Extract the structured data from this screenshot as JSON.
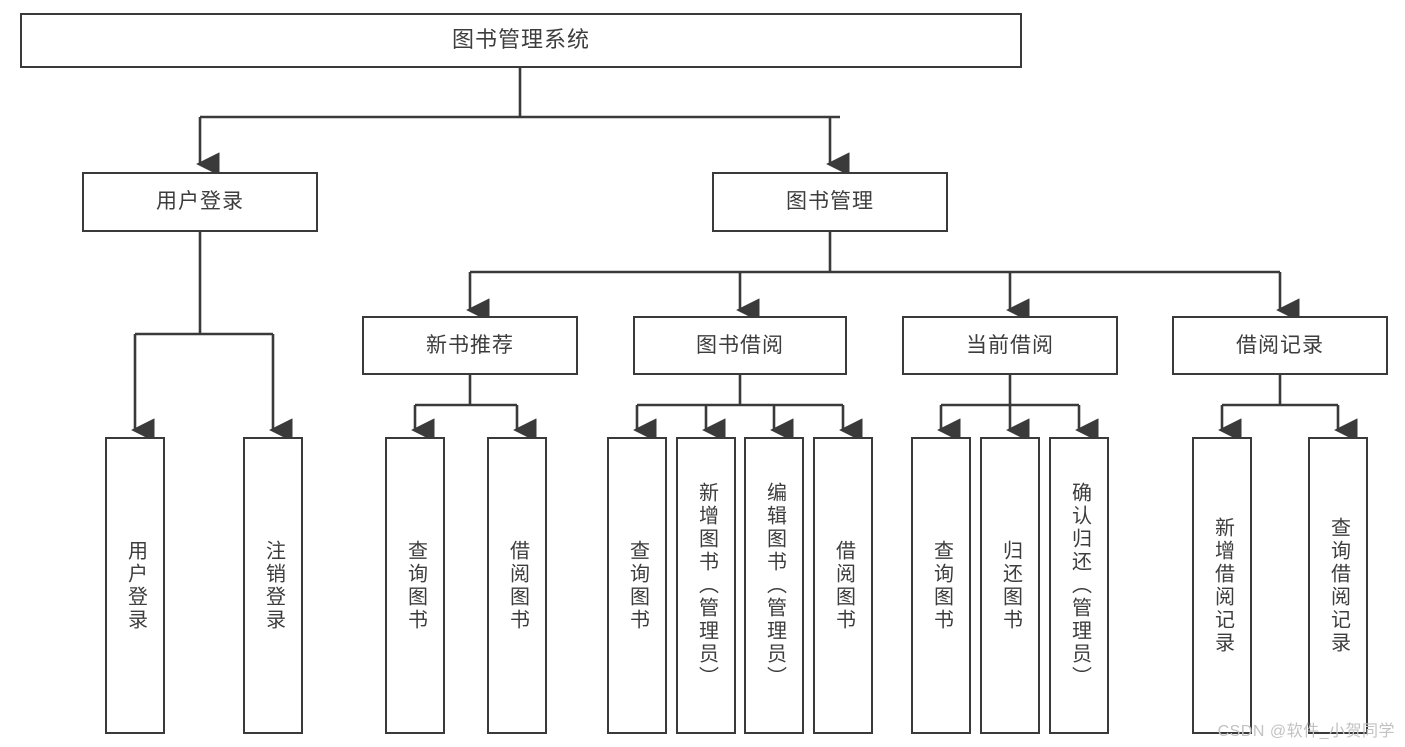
{
  "diagram": {
    "title": "图书管理系统",
    "type": "tree",
    "orientation": "top-down",
    "colors": {
      "box_border": "#3a3a3a",
      "box_fill": "#ffffff",
      "text": "#3d3d3d",
      "edge": "#3a3a3a",
      "background": "#ffffff",
      "watermark": "#c2c2c2"
    },
    "watermark": "CSDN @软件_小贺同学",
    "nodes": {
      "root": {
        "label": "图书管理系统"
      },
      "level2": [
        {
          "id": "user-login",
          "label": "用户登录"
        },
        {
          "id": "book-manage",
          "label": "图书管理"
        }
      ],
      "level3": [
        {
          "id": "new-book-recommend",
          "label": "新书推荐"
        },
        {
          "id": "book-borrow",
          "label": "图书借阅"
        },
        {
          "id": "current-borrow",
          "label": "当前借阅"
        },
        {
          "id": "borrow-record",
          "label": "借阅记录"
        }
      ],
      "leaves": {
        "user_login": [
          {
            "id": "leaf-user-login",
            "label": "用户登录"
          },
          {
            "id": "leaf-logout-login",
            "label": "注销登录"
          }
        ],
        "new_book_recommend": [
          {
            "id": "leaf-query-book-1",
            "label": "查询图书"
          },
          {
            "id": "leaf-borrow-book-1",
            "label": "借阅图书"
          }
        ],
        "book_borrow": [
          {
            "id": "leaf-query-book-2",
            "label": "查询图书"
          },
          {
            "id": "leaf-add-book",
            "label": "新增图书（管理员）"
          },
          {
            "id": "leaf-edit-book",
            "label": "编辑图书（管理员）"
          },
          {
            "id": "leaf-borrow-book-2",
            "label": "借阅图书"
          }
        ],
        "current_borrow": [
          {
            "id": "leaf-query-book-3",
            "label": "查询图书"
          },
          {
            "id": "leaf-return-book",
            "label": "归还图书"
          },
          {
            "id": "leaf-confirm-return",
            "label": "确认归还（管理员）"
          }
        ],
        "borrow_record": [
          {
            "id": "leaf-add-record",
            "label": "新增借阅记录"
          },
          {
            "id": "leaf-query-record",
            "label": "查询借阅记录"
          }
        ]
      }
    }
  }
}
